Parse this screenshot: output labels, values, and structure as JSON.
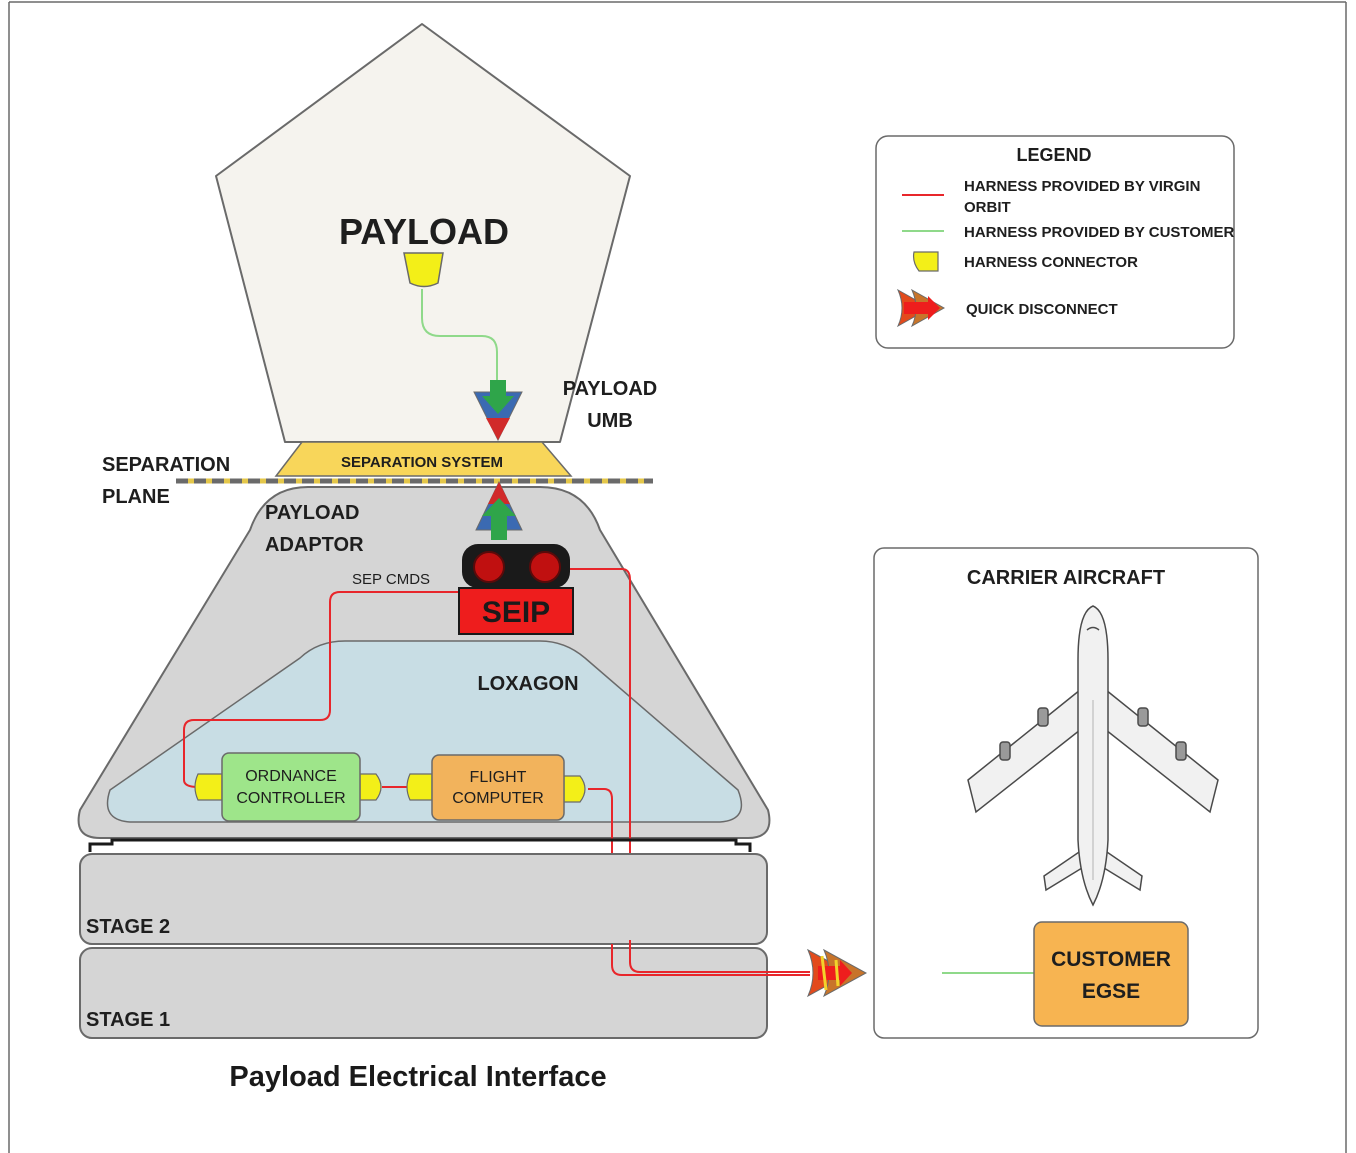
{
  "figure": {
    "caption": "Payload Electrical Interface"
  },
  "payload": {
    "label": "PAYLOAD",
    "umb_line1": "PAYLOAD",
    "umb_line2": "UMB"
  },
  "separation": {
    "system_label": "SEPARATION SYSTEM",
    "plane_line1": "SEPARATION",
    "plane_line2": "PLANE"
  },
  "adaptor": {
    "line1": "PAYLOAD",
    "line2": "ADAPTOR",
    "sep_cmds": "SEP CMDS",
    "seip": "SEIP"
  },
  "loxagon": {
    "label": "LOXAGON",
    "ordnance_line1": "ORDNANCE",
    "ordnance_line2": "CONTROLLER",
    "flight_line1": "FLIGHT",
    "flight_line2": "COMPUTER"
  },
  "stages": {
    "stage2": "STAGE 2",
    "stage1": "STAGE 1"
  },
  "carrier": {
    "title": "CARRIER AIRCRAFT",
    "egse_line1": "CUSTOMER",
    "egse_line2": "EGSE"
  },
  "legend": {
    "title": "LEGEND",
    "items": [
      {
        "line1": "HARNESS PROVIDED BY VIRGIN",
        "line2": "ORBIT",
        "icon": "red-line-icon"
      },
      {
        "line1": "HARNESS PROVIDED BY CUSTOMER",
        "line2": "",
        "icon": "green-line-icon"
      },
      {
        "line1": "HARNESS CONNECTOR",
        "line2": "",
        "icon": "connector-icon"
      },
      {
        "line1": "QUICK DISCONNECT",
        "line2": "",
        "icon": "quick-disconnect-icon"
      }
    ]
  },
  "colors": {
    "virgin_harness": "#e8262b",
    "customer_harness": "#8fd98a",
    "connector": "#f3ef18",
    "separation_system": "#f8d65a",
    "loxagon": "#c8dde4",
    "ordnance": "#9ee58a",
    "flight_computer": "#f2b35c",
    "customer_egse": "#f7b451",
    "seip": "#ee1d1d"
  }
}
